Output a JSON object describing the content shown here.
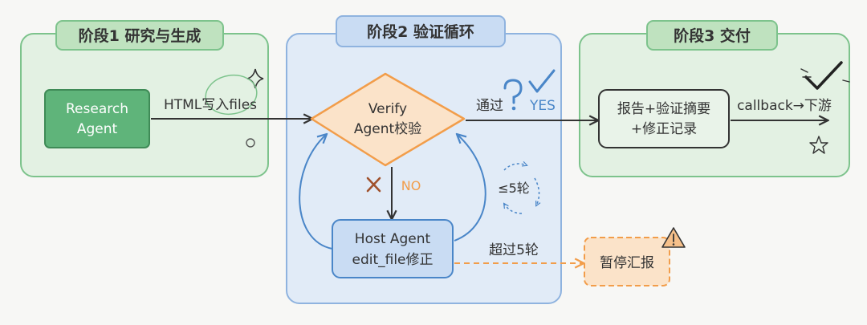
{
  "phases": {
    "p1": {
      "title": "阶段1 研究与生成"
    },
    "p2": {
      "title": "阶段2 验证循环"
    },
    "p3": {
      "title": "阶段3 交付"
    }
  },
  "nodes": {
    "research": {
      "line1": "Research",
      "line2": "Agent"
    },
    "verify": {
      "line1": "Verify",
      "line2": "Agent校验"
    },
    "host": {
      "line1": "Host Agent",
      "line2": "edit_file修正"
    },
    "report": {
      "line1": "报告+验证摘要",
      "line2": "+修正记录"
    },
    "pause": {
      "label": "暂停汇报"
    }
  },
  "edges": {
    "html_write": "HTML写入files",
    "pass": "通过",
    "yes": "YES",
    "no": "NO",
    "loop": "≤5轮",
    "exceed": "超过5轮",
    "callback": "callback→下游"
  },
  "colors": {
    "green_fill": "#e3f1e3",
    "green_border": "#7dc38c",
    "blue_fill": "#e1ebf7",
    "blue_border": "#8fb3df",
    "orange": "#f29d4a",
    "orange_fill": "#fbe3c9",
    "research_fill": "#5fb47a",
    "host_fill": "#c9dcf3",
    "dark": "#333333",
    "accent_blue": "#4a86c8"
  },
  "icons": {
    "question": "question-mark-icon",
    "check": "checkmark-icon",
    "cross": "cross-icon",
    "warning": "warning-icon",
    "sparkle": "sparkle-icon",
    "star": "star-icon"
  }
}
